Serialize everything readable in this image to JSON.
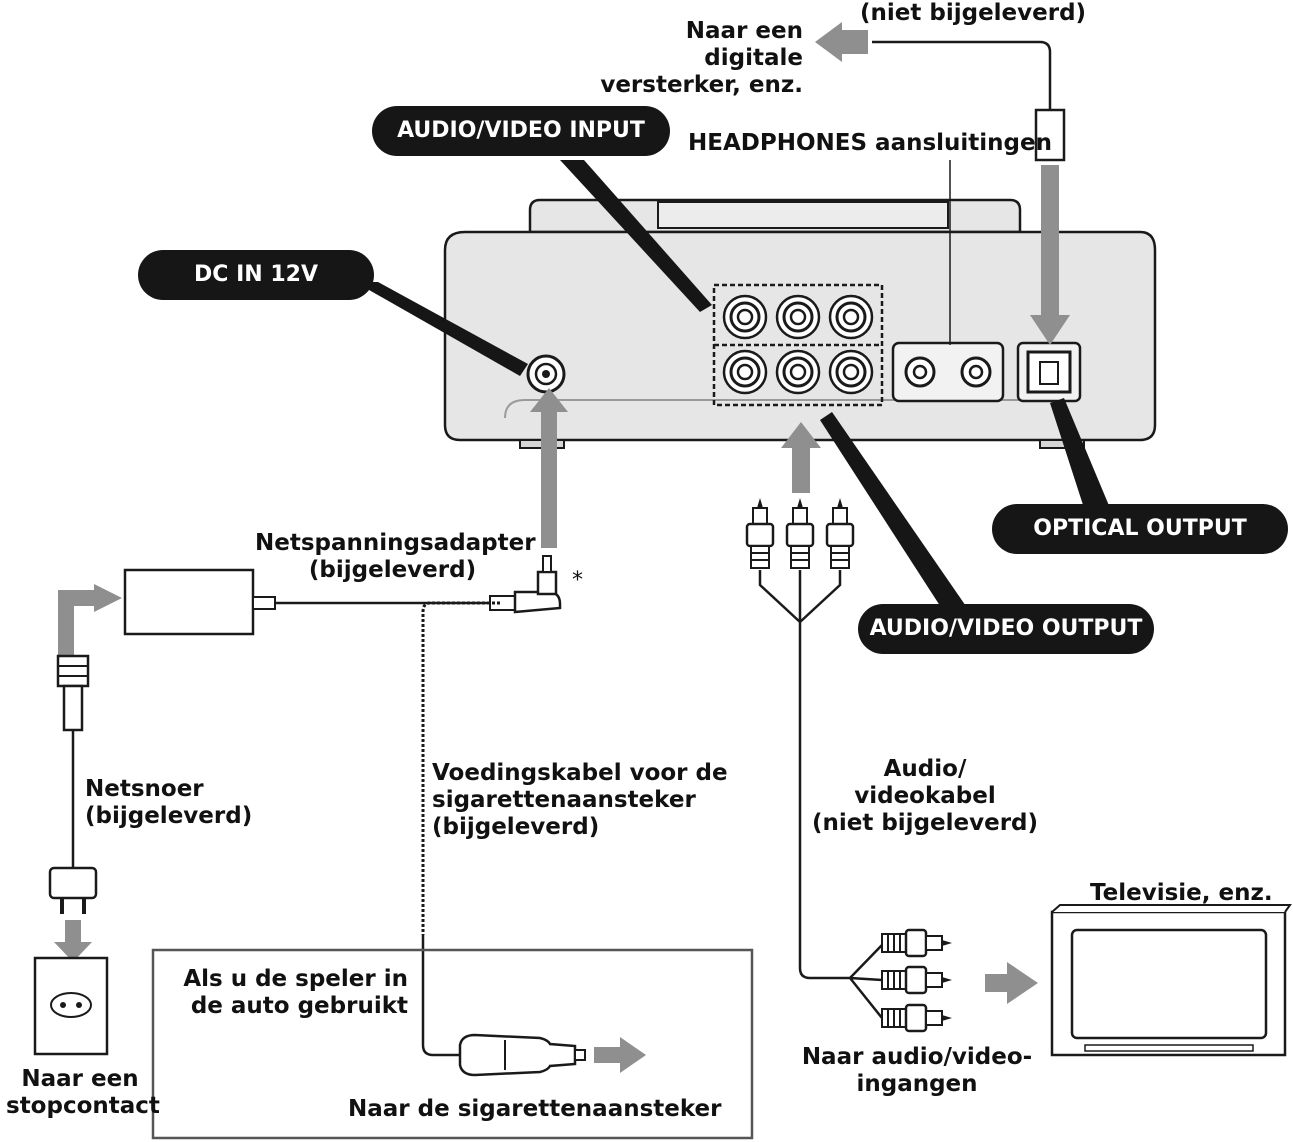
{
  "labels": {
    "optical_cable_note": "(niet bijgeleverd)",
    "to_digital_amp": [
      "Naar een",
      "digitale",
      "versterker, enz."
    ],
    "audio_video_input": "AUDIO/VIDEO INPUT",
    "headphones_jacks": "HEADPHONES aansluitingen",
    "dc_in": "DC IN 12V",
    "ac_adapter": [
      "Netspanningsadapter",
      "(bijgeleverd)"
    ],
    "asterisk": "*",
    "optical_output": "OPTICAL OUTPUT",
    "audio_video_output": "AUDIO/VIDEO OUTPUT",
    "power_cord": [
      "Netsnoer",
      "(bijgeleverd)"
    ],
    "car_cord": [
      "Voedingskabel voor de",
      "sigarettenaansteker",
      "(bijgeleverd)"
    ],
    "av_cable": [
      "Audio/",
      "videokabel",
      "(niet bijgeleverd)"
    ],
    "television": "Televisie, enz.",
    "car_use": [
      "Als u de speler in",
      "de auto gebruikt"
    ],
    "to_wall_outlet": [
      "Naar een",
      "stopcontact"
    ],
    "to_cigarette_lighter": "Naar de sigarettenaansteker",
    "to_av_inputs": [
      "Naar audio/video-",
      "ingangen"
    ]
  },
  "colors": {
    "arrow": "#8f8f8f",
    "device_fill": "#e6e6e6",
    "pill_bg": "#161616",
    "line": "#1a1a1a"
  }
}
